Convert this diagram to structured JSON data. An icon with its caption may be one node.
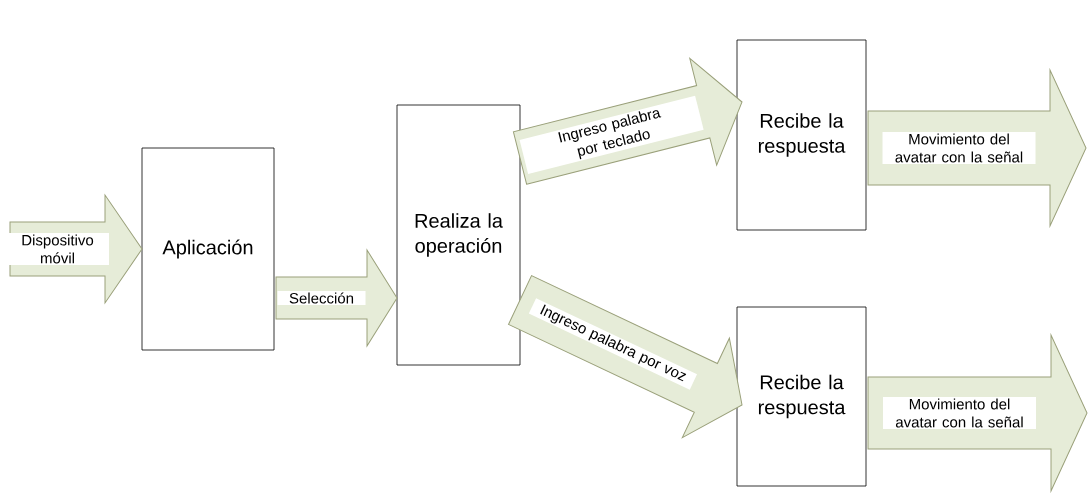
{
  "diagram": {
    "nodes": [
      {
        "text": [
          "Aplicación"
        ]
      },
      {
        "text": [
          "Realiza la operación"
        ]
      },
      {
        "text": [
          "Recibe la respuesta"
        ]
      },
      {
        "text": [
          "Recibe la respuesta"
        ]
      }
    ],
    "edges": [
      {
        "from": null,
        "to": 0,
        "arrow": "to",
        "label": "Dispositivo móvil"
      },
      {
        "from": 0,
        "to": 1,
        "arrow": "to",
        "label": "Selección"
      },
      {
        "from": 1,
        "to": 2,
        "arrow": "to",
        "label": "Ingreso palabra por teclado"
      },
      {
        "from": 1,
        "to": 3,
        "arrow": "to",
        "label": "Ingreso palabra por voz"
      },
      {
        "from": 2,
        "to": null,
        "arrow": "to",
        "label": "Movimiento del avatar con la señal"
      },
      {
        "from": 3,
        "to": null,
        "arrow": "to",
        "label": "Movimiento del avatar con la señal"
      }
    ]
  }
}
